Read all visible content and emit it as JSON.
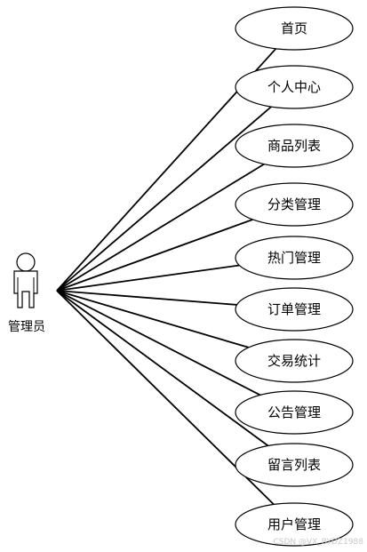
{
  "actor": {
    "label": "管理员"
  },
  "use_cases": [
    {
      "label": "首页"
    },
    {
      "label": "个人中心"
    },
    {
      "label": "商品列表"
    },
    {
      "label": "分类管理"
    },
    {
      "label": "热门管理"
    },
    {
      "label": "订单管理"
    },
    {
      "label": "交易统计"
    },
    {
      "label": "公告管理"
    },
    {
      "label": "留言列表"
    },
    {
      "label": "用户管理"
    }
  ],
  "watermark": "CSDN @VX_BYDZ1988",
  "colors": {
    "stroke": "#000000",
    "background": "#ffffff"
  }
}
